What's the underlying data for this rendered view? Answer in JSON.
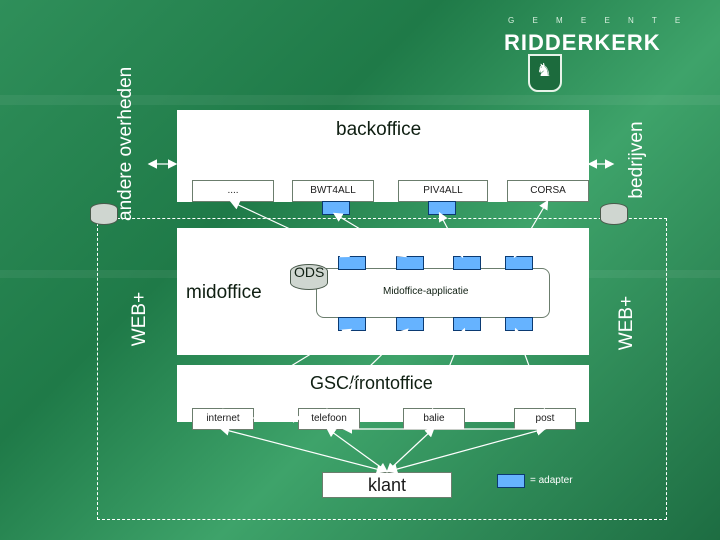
{
  "logo": {
    "subtitle": "G E M E E N T E",
    "title": "RIDDERKERK"
  },
  "labels": {
    "andere_overheden": "andere overheden",
    "bedrijven": "bedrijven",
    "web_left": "WEB+",
    "web_right": "WEB+"
  },
  "backoffice": {
    "title": "backoffice",
    "apps": [
      "....",
      "BWT4ALL",
      "PIV4ALL",
      "CORSA"
    ]
  },
  "midoffice": {
    "title": "midoffice",
    "ods": "ODS",
    "application": "Midoffice-applicatie"
  },
  "frontoffice": {
    "title": "GSC/frontoffice",
    "channels": [
      "internet",
      "telefoon",
      "balie",
      "post"
    ]
  },
  "customer": "klant",
  "legend": {
    "adapter": "= adapter"
  },
  "colors": {
    "adapter": "#66b3ff",
    "background": "#2f8f5a",
    "box_fill": "#ffffff"
  }
}
